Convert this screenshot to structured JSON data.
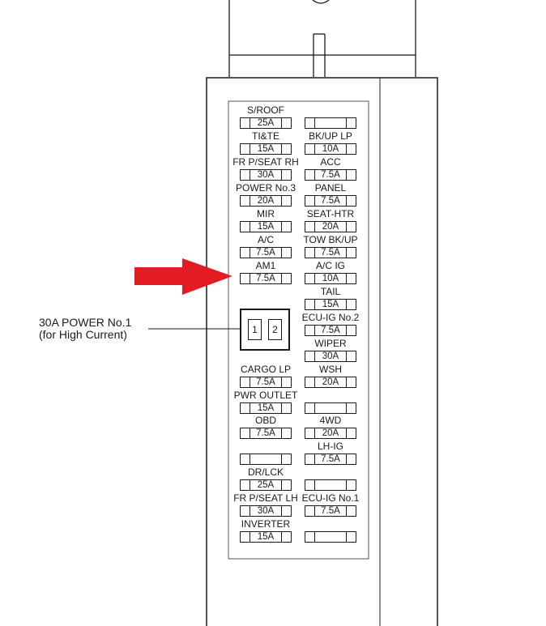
{
  "callout": {
    "title": "30A POWER No.1",
    "subtitle": "(for High Current)"
  },
  "relay": {
    "pin1": "1",
    "pin2": "2"
  },
  "left_column": [
    {
      "label": "S/ROOF",
      "rating": "25A"
    },
    {
      "label": "TI&TE",
      "rating": "15A"
    },
    {
      "label": "FR P/SEAT RH",
      "rating": "30A"
    },
    {
      "label": "POWER No.3",
      "rating": "20A"
    },
    {
      "label": "MIR",
      "rating": "15A"
    },
    {
      "label": "A/C",
      "rating": "7.5A"
    },
    {
      "label": "AM1",
      "rating": "7.5A"
    },
    {
      "label": "CARGO LP",
      "rating": "7.5A"
    },
    {
      "label": "PWR OUTLET",
      "rating": "15A"
    },
    {
      "label": "OBD",
      "rating": "7.5A"
    },
    {
      "label": "",
      "rating": ""
    },
    {
      "label": "DR/LCK",
      "rating": "25A"
    },
    {
      "label": "FR P/SEAT LH",
      "rating": "30A"
    },
    {
      "label": "INVERTER",
      "rating": "15A"
    }
  ],
  "right_column": [
    {
      "label": "",
      "rating": ""
    },
    {
      "label": "BK/UP LP",
      "rating": "10A"
    },
    {
      "label": "ACC",
      "rating": "7.5A"
    },
    {
      "label": "PANEL",
      "rating": "7.5A"
    },
    {
      "label": "SEAT-HTR",
      "rating": "20A"
    },
    {
      "label": "TOW BK/UP",
      "rating": "7.5A"
    },
    {
      "label": "A/C IG",
      "rating": "10A"
    },
    {
      "label": "TAIL",
      "rating": "15A"
    },
    {
      "label": "ECU-IG No.2",
      "rating": "7.5A"
    },
    {
      "label": "WIPER",
      "rating": "30A"
    },
    {
      "label": "WSH",
      "rating": "20A"
    },
    {
      "label": "",
      "rating": ""
    },
    {
      "label": "4WD",
      "rating": "20A"
    },
    {
      "label": "LH-IG",
      "rating": "7.5A"
    },
    {
      "label": "",
      "rating": ""
    },
    {
      "label": "ECU-IG No.1",
      "rating": "7.5A"
    },
    {
      "label": "",
      "rating": ""
    }
  ],
  "colors": {
    "line": "#1a1a1a",
    "arrow": "#e31b23",
    "background": "#ffffff"
  }
}
